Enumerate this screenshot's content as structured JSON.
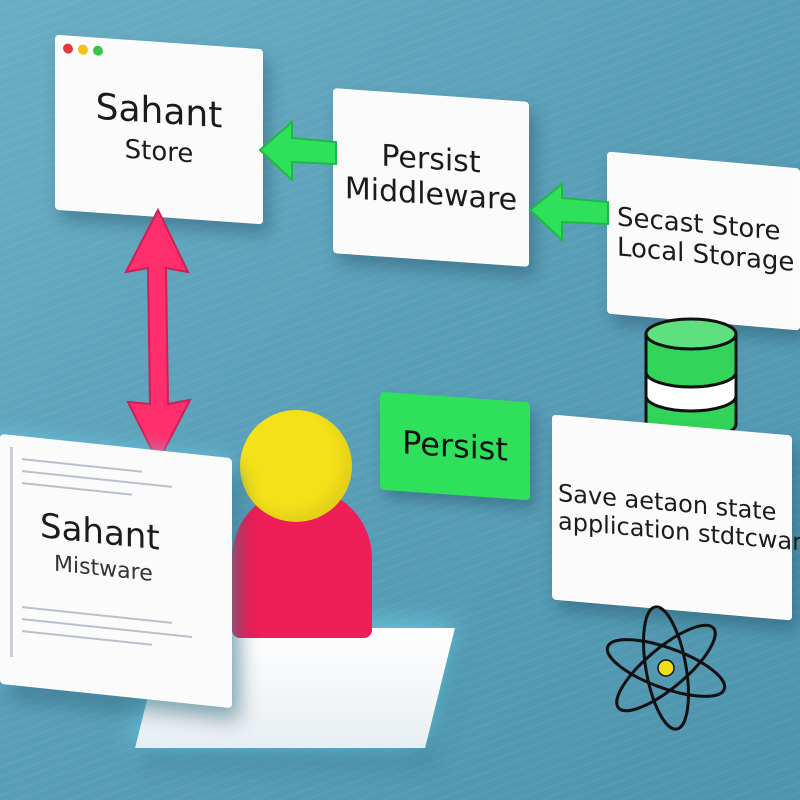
{
  "store_card": {
    "line1": "Sahant",
    "line2": "Store"
  },
  "middleware_card": {
    "line1": "Persist",
    "line2": "Middleware"
  },
  "storage_card": {
    "line1": "Secast Store",
    "line2": "Local Storage"
  },
  "persist_badge": {
    "label": "Persist"
  },
  "save_card": {
    "line1": "Save aetaon state",
    "line2": "application stdtcware"
  },
  "monitor": {
    "line1": "Sahant",
    "line2": "Mistware"
  },
  "colors": {
    "window_dot_red": "#e23a3a",
    "window_dot_yellow": "#f2c21b",
    "window_dot_green": "#3cc24a",
    "arrow_green": "#2fe05a",
    "arrow_pink": "#ff2f6d",
    "person_head": "#f5e11a",
    "person_body": "#ee1f57",
    "database_green": "#33d45a",
    "atom_dark": "#111111",
    "atom_nucleus": "#f2dd1a"
  },
  "icons": [
    "window-dots-icon",
    "left-arrow-icon",
    "double-arrow-icon",
    "person-icon",
    "database-icon",
    "atom-icon"
  ]
}
